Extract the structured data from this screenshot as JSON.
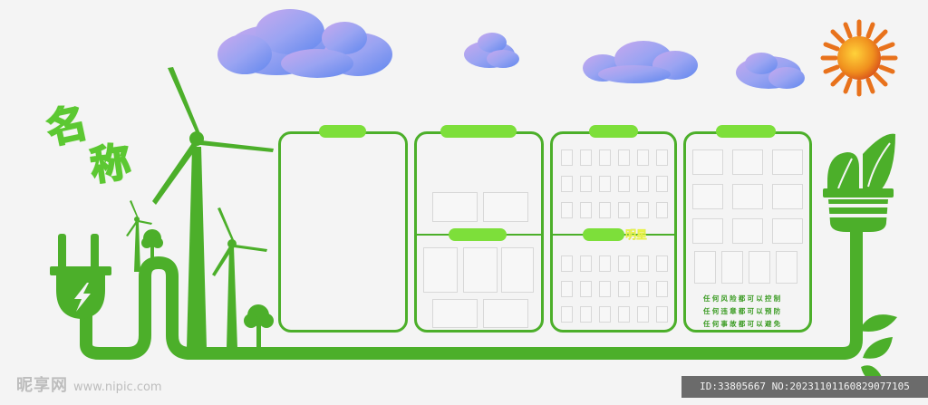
{
  "title": {
    "char1": "名",
    "char2": "称"
  },
  "star_word": "明星",
  "slogans": [
    "任何风险都可以控制",
    "任何违章都可以预防",
    "任何事故都可以避免"
  ],
  "watermark": {
    "brand": "昵享网",
    "url": "www.nipic.com"
  },
  "id_bar": "ID:33805667 NO:20231101160829077105",
  "colors": {
    "green": "#4caf2a",
    "light_green": "#7ddf3a",
    "sun": "#e8721c",
    "cloud": "#8f9af0"
  }
}
